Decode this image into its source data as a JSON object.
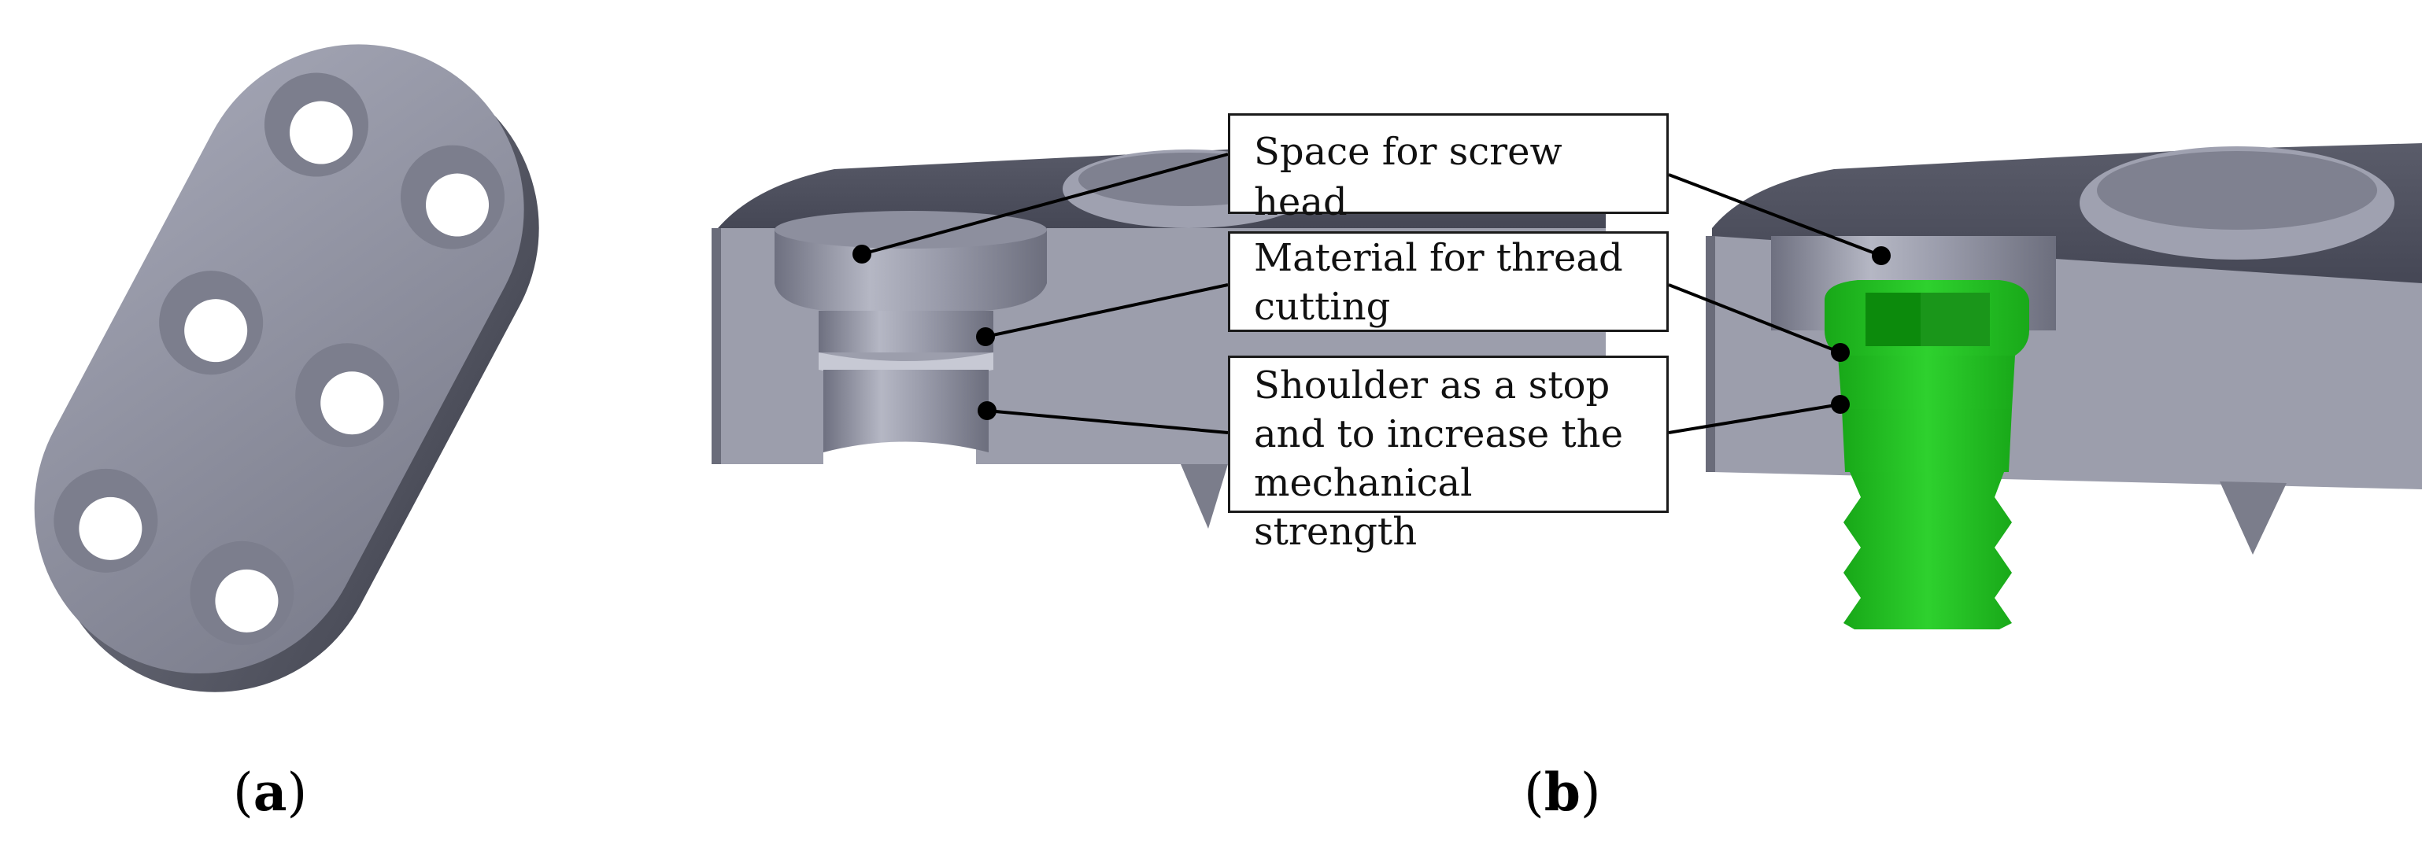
{
  "panels": [
    {
      "open": "(",
      "letter": "a",
      "close": ")"
    },
    {
      "open": "(",
      "letter": "b",
      "close": ")"
    }
  ],
  "callouts": [
    {
      "lines": [
        "Space for screw head"
      ]
    },
    {
      "lines": [
        "Material for thread",
        "cutting"
      ]
    },
    {
      "lines": [
        "Shoulder as a stop",
        "and to increase the",
        "mechanical strength"
      ]
    }
  ],
  "colors": {
    "plate_face": "#8e909f",
    "plate_edge": "#5b5d6a",
    "plate_cut": "#9fa1af",
    "plate_top": "#4f5160",
    "screw": "#22c022",
    "screw_dark": "#0c8a0c",
    "leader": "#000000"
  }
}
